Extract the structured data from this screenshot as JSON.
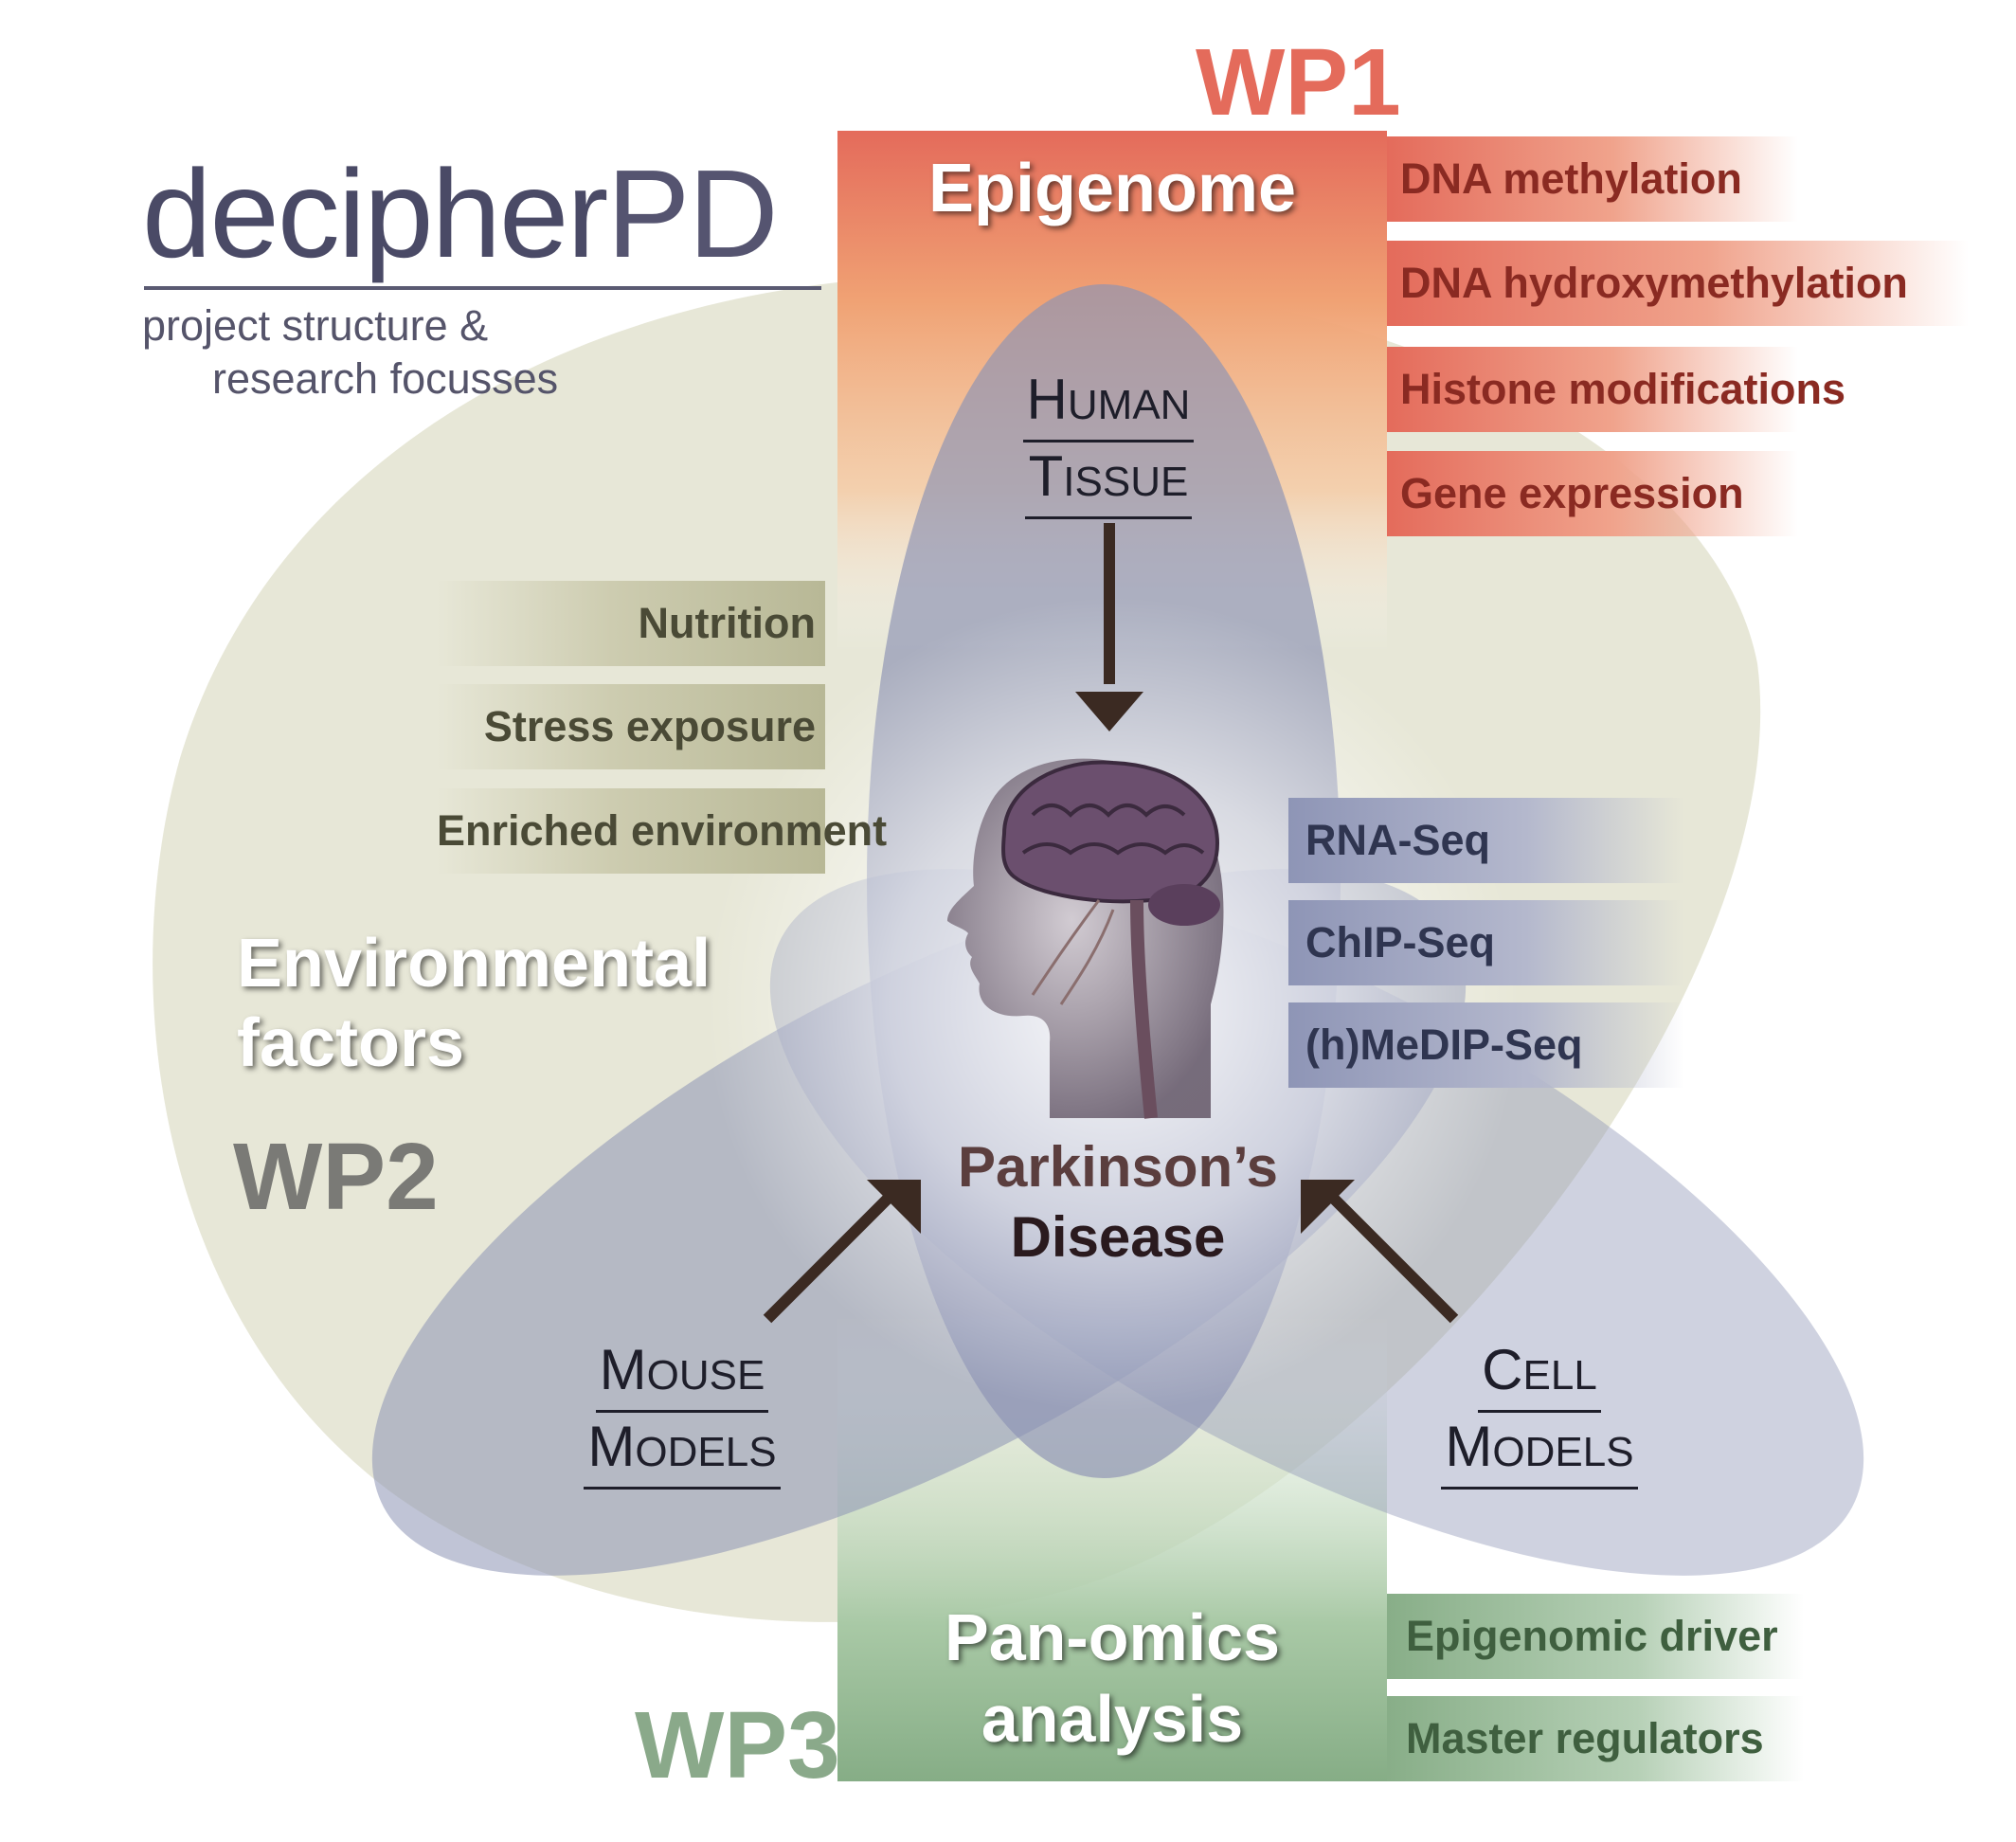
{
  "brand": {
    "prefix": "decipher",
    "suffix": "PD",
    "subtitle_line1": "project structure &",
    "subtitle_line2": "research focusses"
  },
  "wp1": {
    "label": "WP1",
    "heading": "Epigenome",
    "items": [
      "DNA methylation",
      "DNA hydroxymethylation",
      "Histone modifications",
      "Gene expression"
    ]
  },
  "wp2": {
    "label": "WP2",
    "heading_line1": "Environmental",
    "heading_line2": "factors",
    "items": [
      "Nutrition",
      "Stress exposure",
      "Enriched environment"
    ]
  },
  "wp3": {
    "label": "WP3",
    "heading_line1": "Pan-omics",
    "heading_line2": "analysis",
    "items": [
      "Epigenomic driver",
      "Master regulators"
    ]
  },
  "methods": [
    "RNA-Seq",
    "ChIP-Seq",
    "(h)MeDIP-Seq"
  ],
  "sources": {
    "human": {
      "w1_first": "H",
      "w1_rest": "uman",
      "w2_first": "T",
      "w2_rest": "issue"
    },
    "mouse": {
      "w1_first": "M",
      "w1_rest": "ouse",
      "w2_first": "M",
      "w2_rest": "odels"
    },
    "cell": {
      "w1_first": "C",
      "w1_rest": "ell",
      "w2_first": "M",
      "w2_rest": "odels"
    }
  },
  "disease": {
    "line1": "Parkinson’s",
    "line2": "Disease"
  },
  "colors": {
    "wp1": "#e46b5b",
    "wp2": "#7a7a76",
    "wp3": "#8aa98a",
    "petal": "#8d93b4",
    "arrow": "#3b2a22"
  }
}
